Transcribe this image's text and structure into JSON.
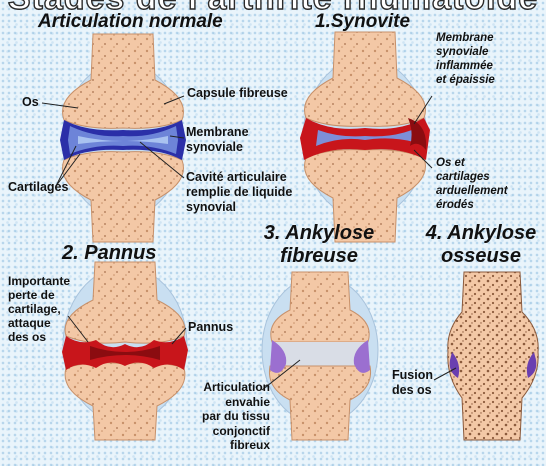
{
  "top_title": "Stades de l'arthrite rhumatoïde",
  "panels": {
    "normal": {
      "title": "Articulation normale",
      "labels": {
        "os": "Os",
        "capsule": "Capsule fibreuse",
        "membrane": "Membrane\nsynoviale",
        "cartilages": "Cartilages",
        "cavite": "Cavité articulaire\nremplie de liquide\nsynovial"
      }
    },
    "synovite": {
      "title": "1.Synovite",
      "labels": {
        "membrane": "Membrane\nsynoviale\ninflammée\net épaissie",
        "os_cartilages": "Os et\ncartilages\narduellement\nérodés"
      }
    },
    "pannus": {
      "title": "2. Pannus",
      "labels": {
        "perte": "Importante\nperte de\ncartilage,\nattaque\ndes os",
        "pannus": "Pannus"
      }
    },
    "ankylose_fibreuse": {
      "title": "3. Ankylose\nfibreuse",
      "labels": {
        "articulation": "Articulation\nenvahie\npar du tissu\nconjonctif\nfibreux"
      }
    },
    "ankylose_osseuse": {
      "title": "4. Ankylose\nosseuse",
      "labels": {
        "fusion": "Fusion\ndes os"
      }
    }
  },
  "colors": {
    "bone": "#f2c7a4",
    "bone_edge": "#c8916a",
    "cartilage": "#6d84d8",
    "membrane": "#2b2fa8",
    "inflamed": "#c8151b",
    "capsule": "#c9dff1",
    "fibrous": "#9b6fd0"
  }
}
